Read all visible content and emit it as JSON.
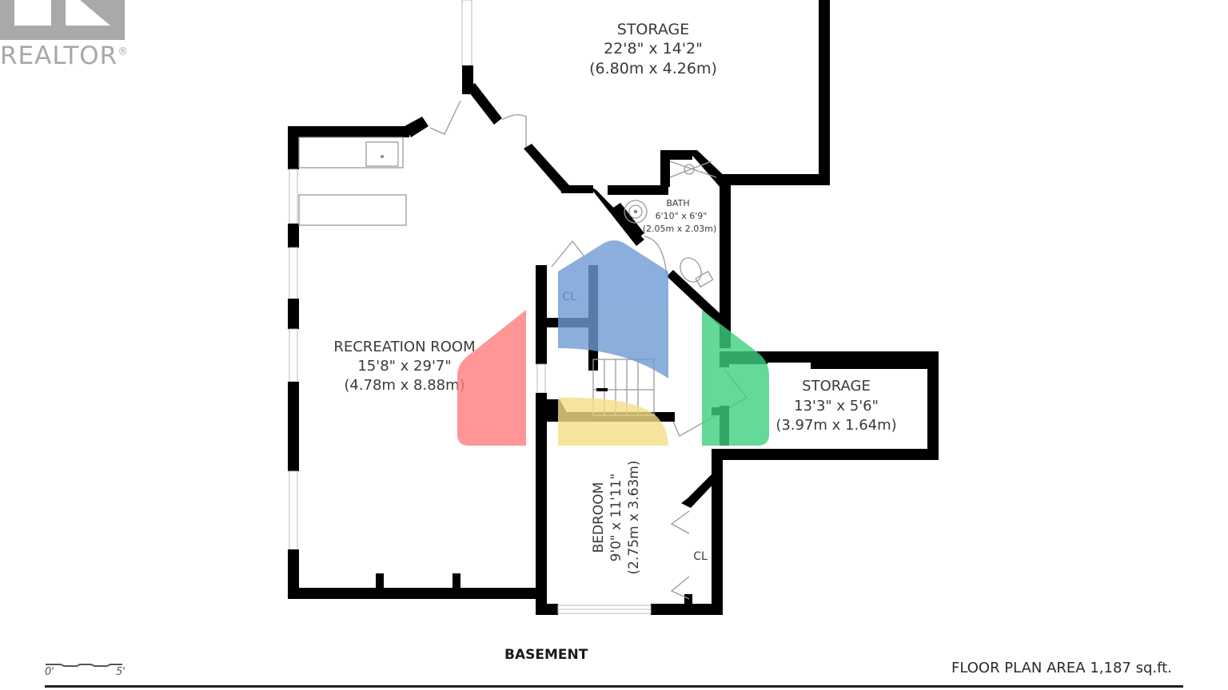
{
  "logo": {
    "brand": "REALTOR",
    "registered_mark": "®",
    "color": "#a8a8a8"
  },
  "plan": {
    "floor_title": "BASEMENT",
    "area_label": "FLOOR PLAN AREA 1,187 sq.ft.",
    "scale": {
      "start": "0'",
      "end": "5'"
    },
    "rooms": [
      {
        "name": "STORAGE",
        "imperial": "22'8\" x 14'2\"",
        "metric": "(6.80m x 4.26m)"
      },
      {
        "name": "BATH",
        "imperial": "6'10\" x 6'9\"",
        "metric": "(2.05m x 2.03m)"
      },
      {
        "name": "RECREATION ROOM",
        "imperial": "15'8\" x 29'7\"",
        "metric": "(4.78m x 8.88m)"
      },
      {
        "name": "STORAGE",
        "imperial": "13'3\" x 5'6\"",
        "metric": "(3.97m x 1.64m)"
      },
      {
        "name": "BEDROOM",
        "imperial": "9'0\" x 11'11\"",
        "metric": "(2.75m x 3.63m)"
      }
    ],
    "closets": [
      "CL",
      "CL"
    ]
  },
  "watermark": {
    "colors": {
      "red": "#ff7b7b",
      "blue": "#6f9ad3",
      "yellow": "#f7df85",
      "green": "#3fcf7f"
    },
    "opacity": 0.8
  }
}
